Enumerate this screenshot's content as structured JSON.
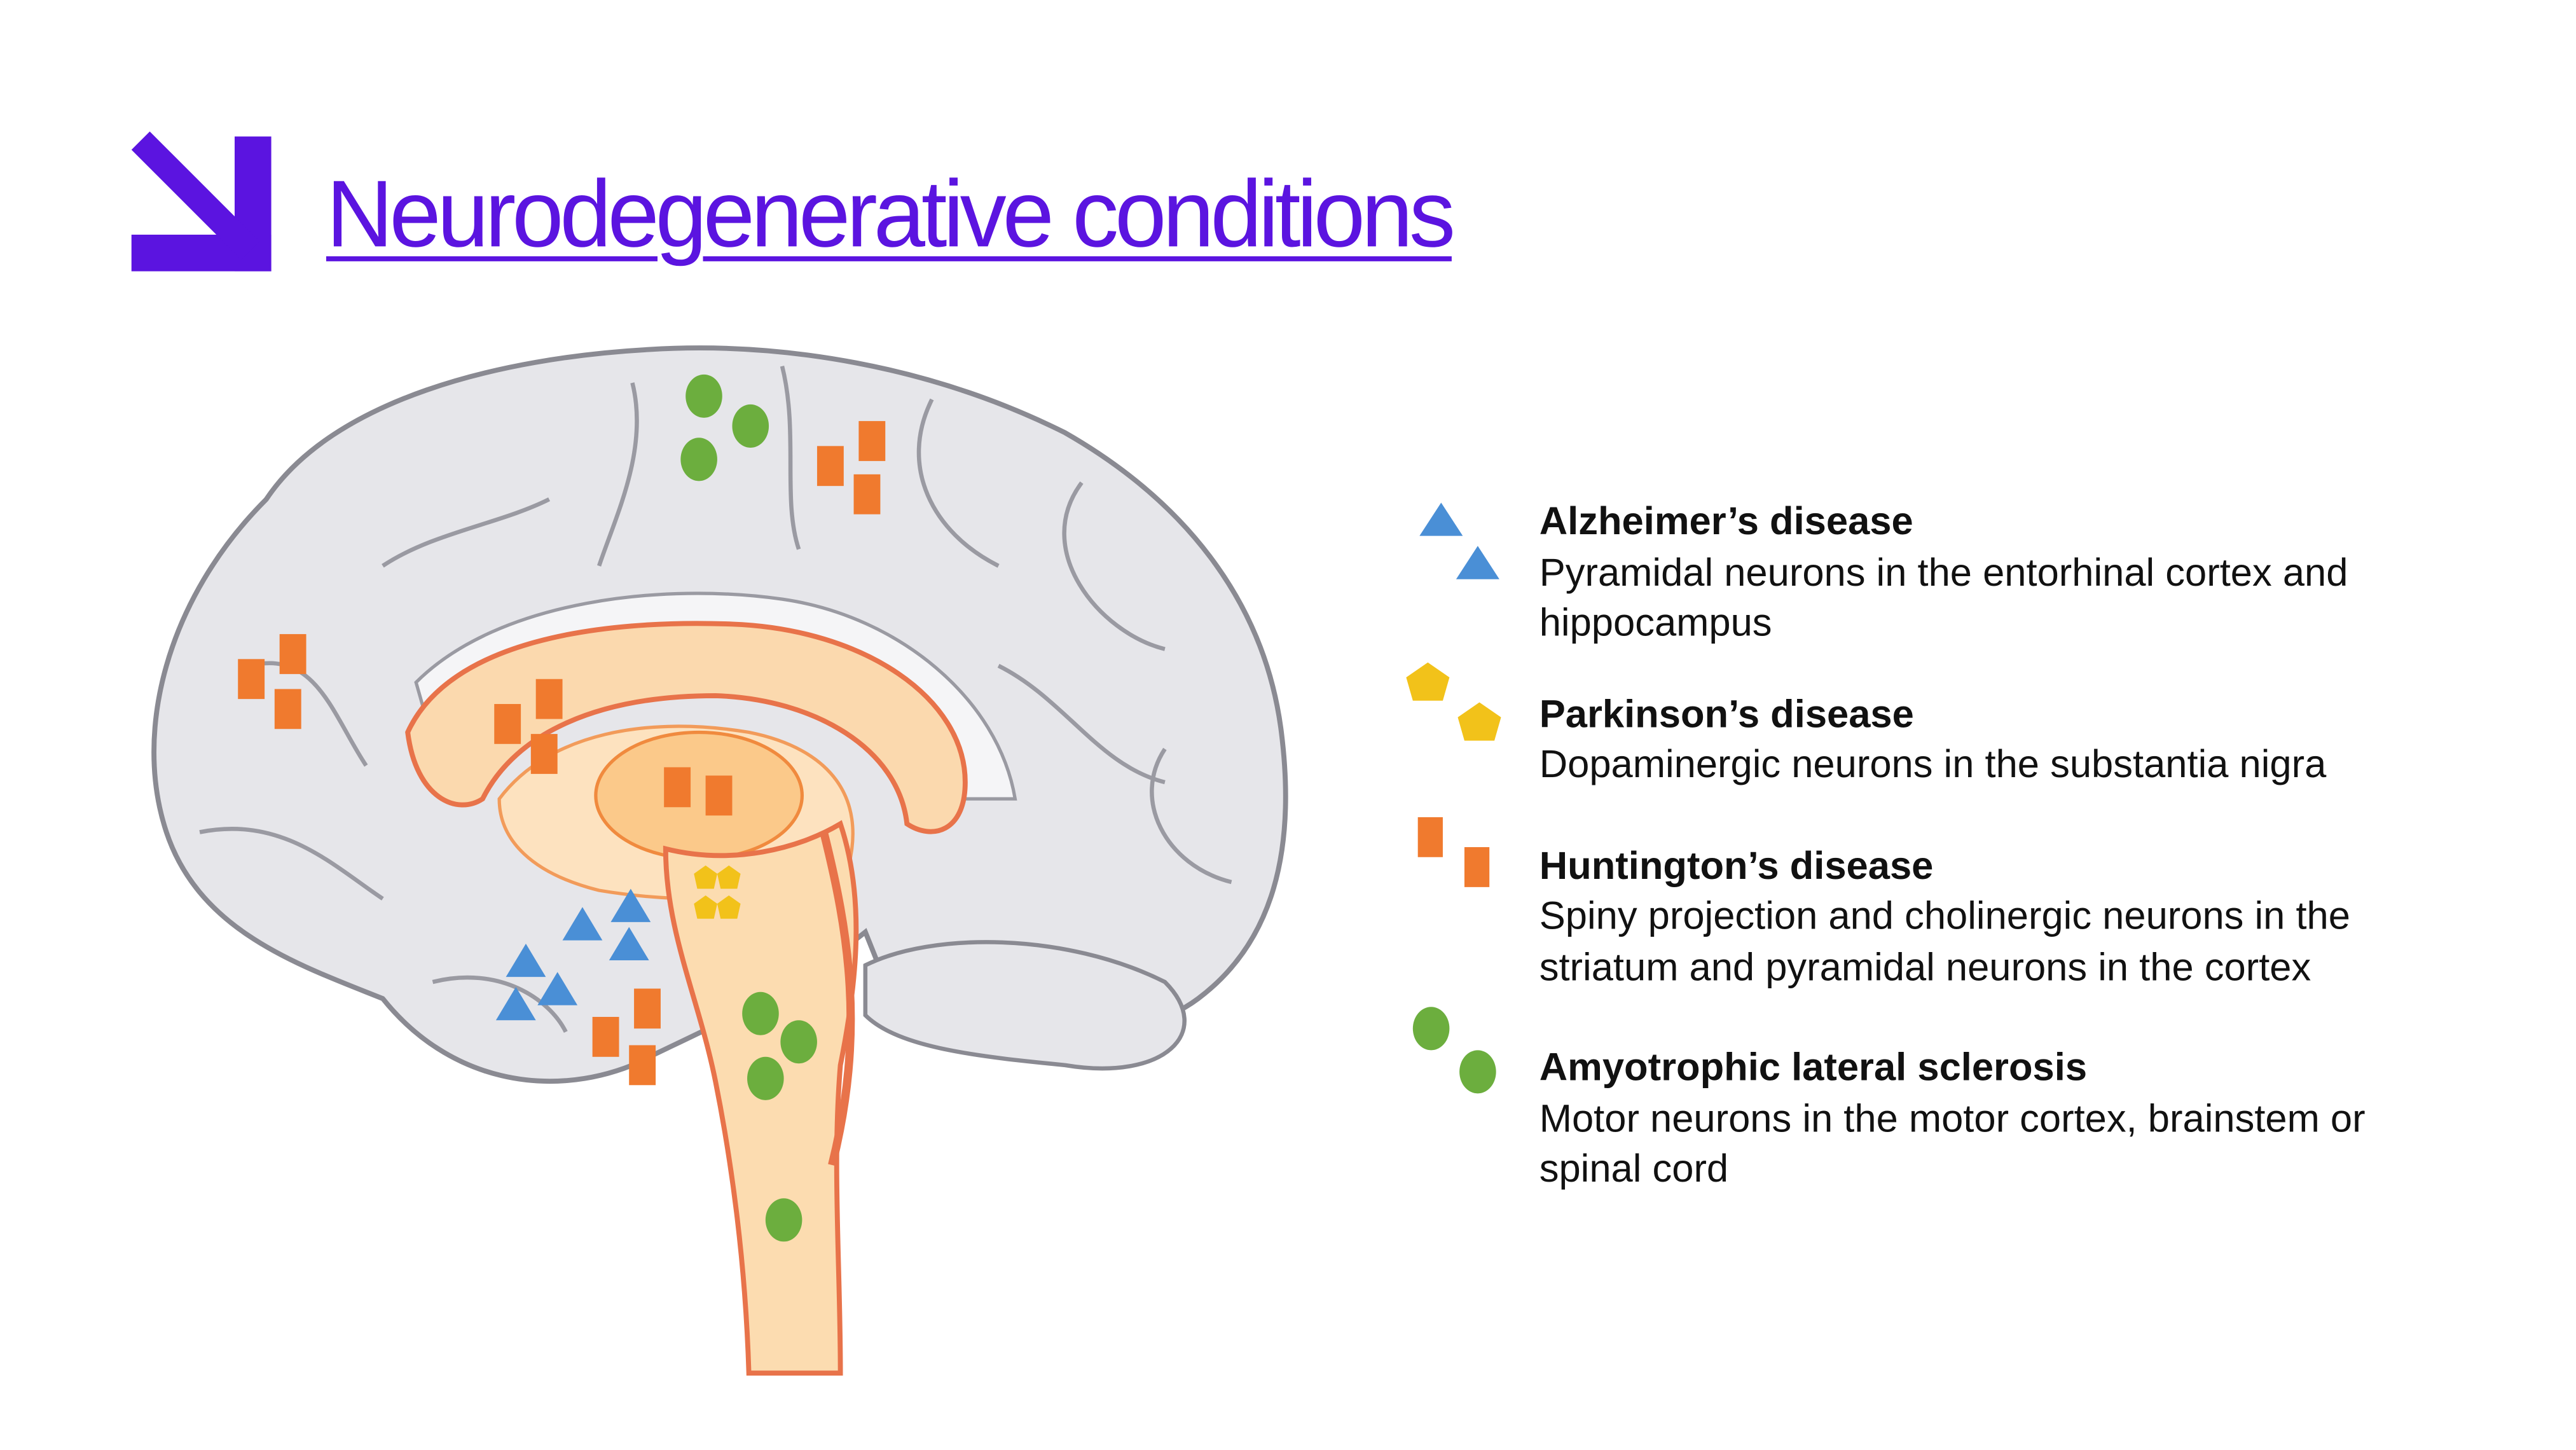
{
  "title": "Neurodegenerative conditions",
  "colors": {
    "accent": "#5b14e0",
    "alzheimers": "#4a8fd6",
    "parkinsons": "#f2c21a",
    "huntingtons": "#f07a2e",
    "als": "#6cae3e"
  },
  "legend": [
    {
      "icon": "triangle-marker",
      "heading": "Alzheimer’s disease",
      "lines": [
        "Pyramidal neurons in the entorhinal cortex and",
        "hippocampus"
      ]
    },
    {
      "icon": "pentagon-marker",
      "heading": "Parkinson’s disease",
      "lines": [
        "Dopaminergic neurons in the substantia nigra"
      ]
    },
    {
      "icon": "square-marker",
      "heading": "Huntington’s disease",
      "lines": [
        "Spiny projection and cholinergic neurons in the",
        "striatum and pyramidal neurons in the cortex"
      ]
    },
    {
      "icon": "circle-marker",
      "heading": "Amyotrophic lateral sclerosis",
      "lines": [
        "Motor neurons in the motor cortex, brainstem or",
        "spinal cord"
      ]
    }
  ]
}
